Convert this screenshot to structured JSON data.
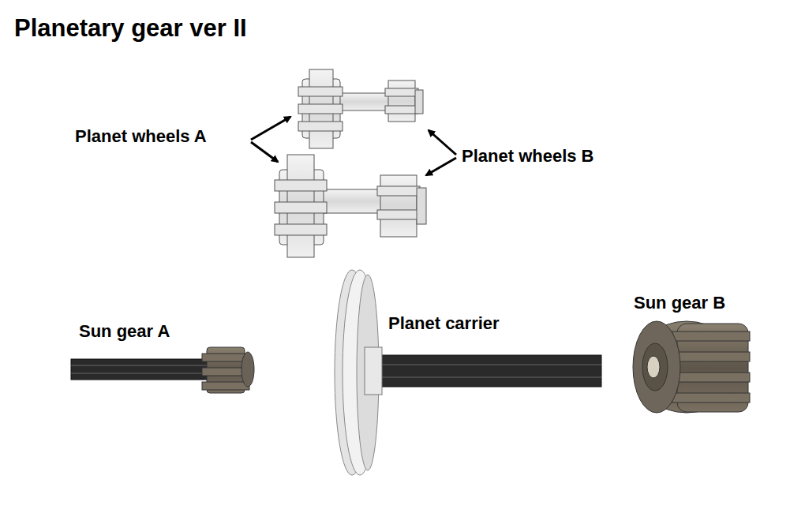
{
  "diagram": {
    "title": "Planetary gear ver II",
    "labels": [
      "Planet wheels A",
      "Planet wheels B",
      "Sun gear A",
      "Planet carrier",
      "Sun gear B"
    ]
  }
}
